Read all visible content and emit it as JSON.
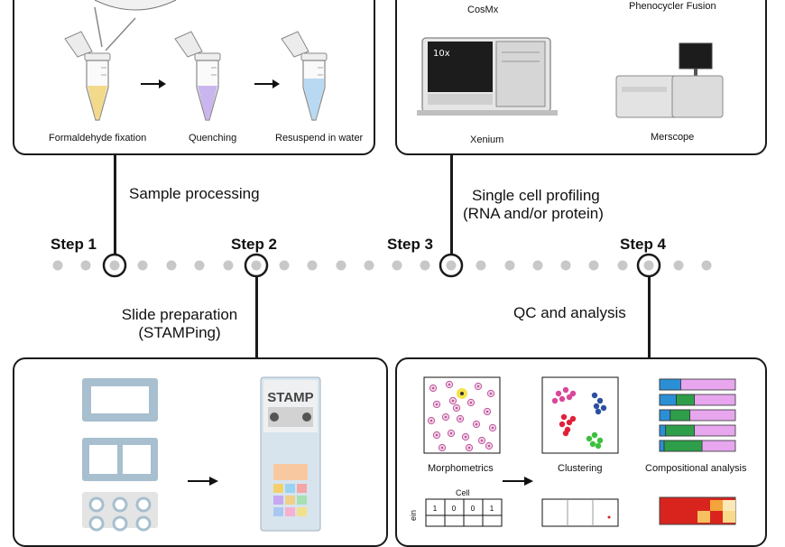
{
  "top_left_panel": {
    "labels": [
      "Formaldehyde fixation",
      "Quenching",
      "Resuspend in water"
    ]
  },
  "top_right_panel": {
    "labels": [
      "CosMx",
      "Phenocycler Fusion",
      "Xenium",
      "Merscope"
    ],
    "machine_logo": "10x"
  },
  "processes": {
    "sample_processing": "Sample processing",
    "single_cell_profiling_line1": "Single cell profiling",
    "single_cell_profiling_line2": "(RNA and/or protein)",
    "slide_preparation_line1": "Slide preparation",
    "slide_preparation_line2": "(STAMPing)",
    "qc_analysis": "QC and analysis"
  },
  "steps": [
    "Step 1",
    "Step 2",
    "Step 3",
    "Step 4"
  ],
  "bottom_left_panel": {
    "stamp_label": "STAMP"
  },
  "bottom_right_panel": {
    "labels": [
      "Morphometrics",
      "Clustering",
      "Compositional analysis"
    ],
    "matrix": {
      "column_header": "Cell",
      "row_header": "ein",
      "first_row": [
        "1",
        "0",
        "0",
        "1"
      ]
    }
  },
  "colors": {
    "line": "#1a1a1a",
    "dot": "#c8c8c8",
    "tube_fixation": "#f3d98a",
    "tube_quench": "#c9b6ee",
    "tube_water": "#b9d9f2",
    "slide_frame": "#a7bfcf",
    "morph_cell": "#c2549c",
    "cluster_pink": "#d8489a",
    "cluster_blue": "#2d4fa0",
    "cluster_red": "#e0203a",
    "cluster_green": "#3cc03c",
    "bar_blue": "#2b8fd6",
    "bar_green": "#2e9e4a",
    "bar_pink": "#e7a6ee",
    "heat_red": "#d9241e",
    "heat_orange": "#f4a43a"
  }
}
